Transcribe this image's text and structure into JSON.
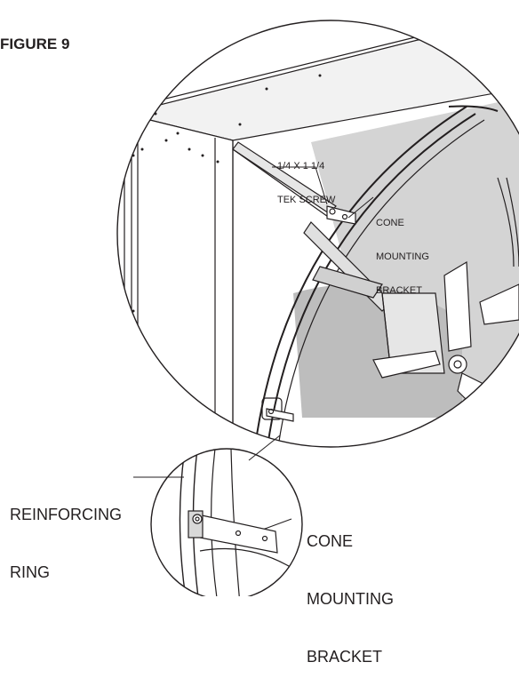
{
  "figure": {
    "title": "FIGURE 9"
  },
  "callouts": {
    "tek_screw": [
      "1/4 X 1 1/4",
      "TEK SCREW"
    ],
    "cone_bracket_upper": [
      "CONE",
      "MOUNTING",
      "BRACKET"
    ],
    "reinforcing_ring": [
      "REINFORCING",
      "RING"
    ],
    "cone_bracket_detail": [
      "CONE",
      "MOUNTING",
      "BRACKET"
    ]
  },
  "colors": {
    "line": "#231f20",
    "shade_light": "#e6e6e6",
    "shade_mid": "#cfcfcf",
    "shade_dark": "#bdbdbd",
    "background": "#ffffff"
  }
}
